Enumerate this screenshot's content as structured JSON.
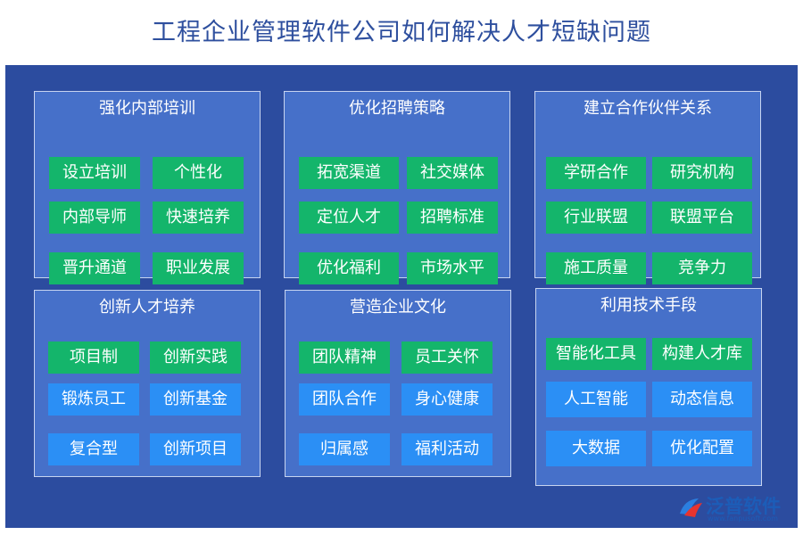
{
  "title": "工程企业管理软件公司如何解决人才短缺问题",
  "colors": {
    "background": "#2c4c9f",
    "card": "#4670c9",
    "green_chip": "#14b56b",
    "blue_chip": "#2b8ff5"
  },
  "cards": [
    {
      "title": "强化内部培训",
      "items": [
        {
          "label": "设立培训",
          "color": "green"
        },
        {
          "label": "个性化",
          "color": "green"
        },
        {
          "label": "内部导师",
          "color": "green"
        },
        {
          "label": "快速培养",
          "color": "green"
        },
        {
          "label": "晋升通道",
          "color": "green"
        },
        {
          "label": "职业发展",
          "color": "green"
        }
      ]
    },
    {
      "title": "优化招聘策略",
      "items": [
        {
          "label": "拓宽渠道",
          "color": "green"
        },
        {
          "label": "社交媒体",
          "color": "green"
        },
        {
          "label": "定位人才",
          "color": "green"
        },
        {
          "label": "招聘标准",
          "color": "green"
        },
        {
          "label": "优化福利",
          "color": "green"
        },
        {
          "label": "市场水平",
          "color": "green"
        }
      ]
    },
    {
      "title": "建立合作伙伴关系",
      "items": [
        {
          "label": "学研合作",
          "color": "green"
        },
        {
          "label": "研究机构",
          "color": "green"
        },
        {
          "label": "行业联盟",
          "color": "green"
        },
        {
          "label": "联盟平台",
          "color": "green"
        },
        {
          "label": "施工质量",
          "color": "green"
        },
        {
          "label": "竞争力",
          "color": "green"
        }
      ]
    },
    {
      "title": "创新人才培养",
      "items": [
        {
          "label": "项目制",
          "color": "green"
        },
        {
          "label": "创新实践",
          "color": "green"
        },
        {
          "label": "锻炼员工",
          "color": "blue"
        },
        {
          "label": "创新基金",
          "color": "blue"
        },
        {
          "label": "复合型",
          "color": "blue"
        },
        {
          "label": "创新项目",
          "color": "blue"
        }
      ]
    },
    {
      "title": "营造企业文化",
      "items": [
        {
          "label": "团队精神",
          "color": "green"
        },
        {
          "label": "员工关怀",
          "color": "green"
        },
        {
          "label": "团队合作",
          "color": "blue"
        },
        {
          "label": "身心健康",
          "color": "blue"
        },
        {
          "label": "归属感",
          "color": "blue"
        },
        {
          "label": "福利活动",
          "color": "blue"
        }
      ]
    },
    {
      "title": "利用技术手段",
      "items": [
        {
          "label": "智能化工具",
          "color": "green"
        },
        {
          "label": "构建人才库",
          "color": "green"
        },
        {
          "label": "人工智能",
          "color": "blue"
        },
        {
          "label": "动态信息",
          "color": "blue"
        },
        {
          "label": "大数据",
          "color": "blue"
        },
        {
          "label": "优化配置",
          "color": "blue"
        }
      ]
    }
  ],
  "logo": {
    "name": "泛普软件",
    "url": "www.fanpusoft.com"
  }
}
